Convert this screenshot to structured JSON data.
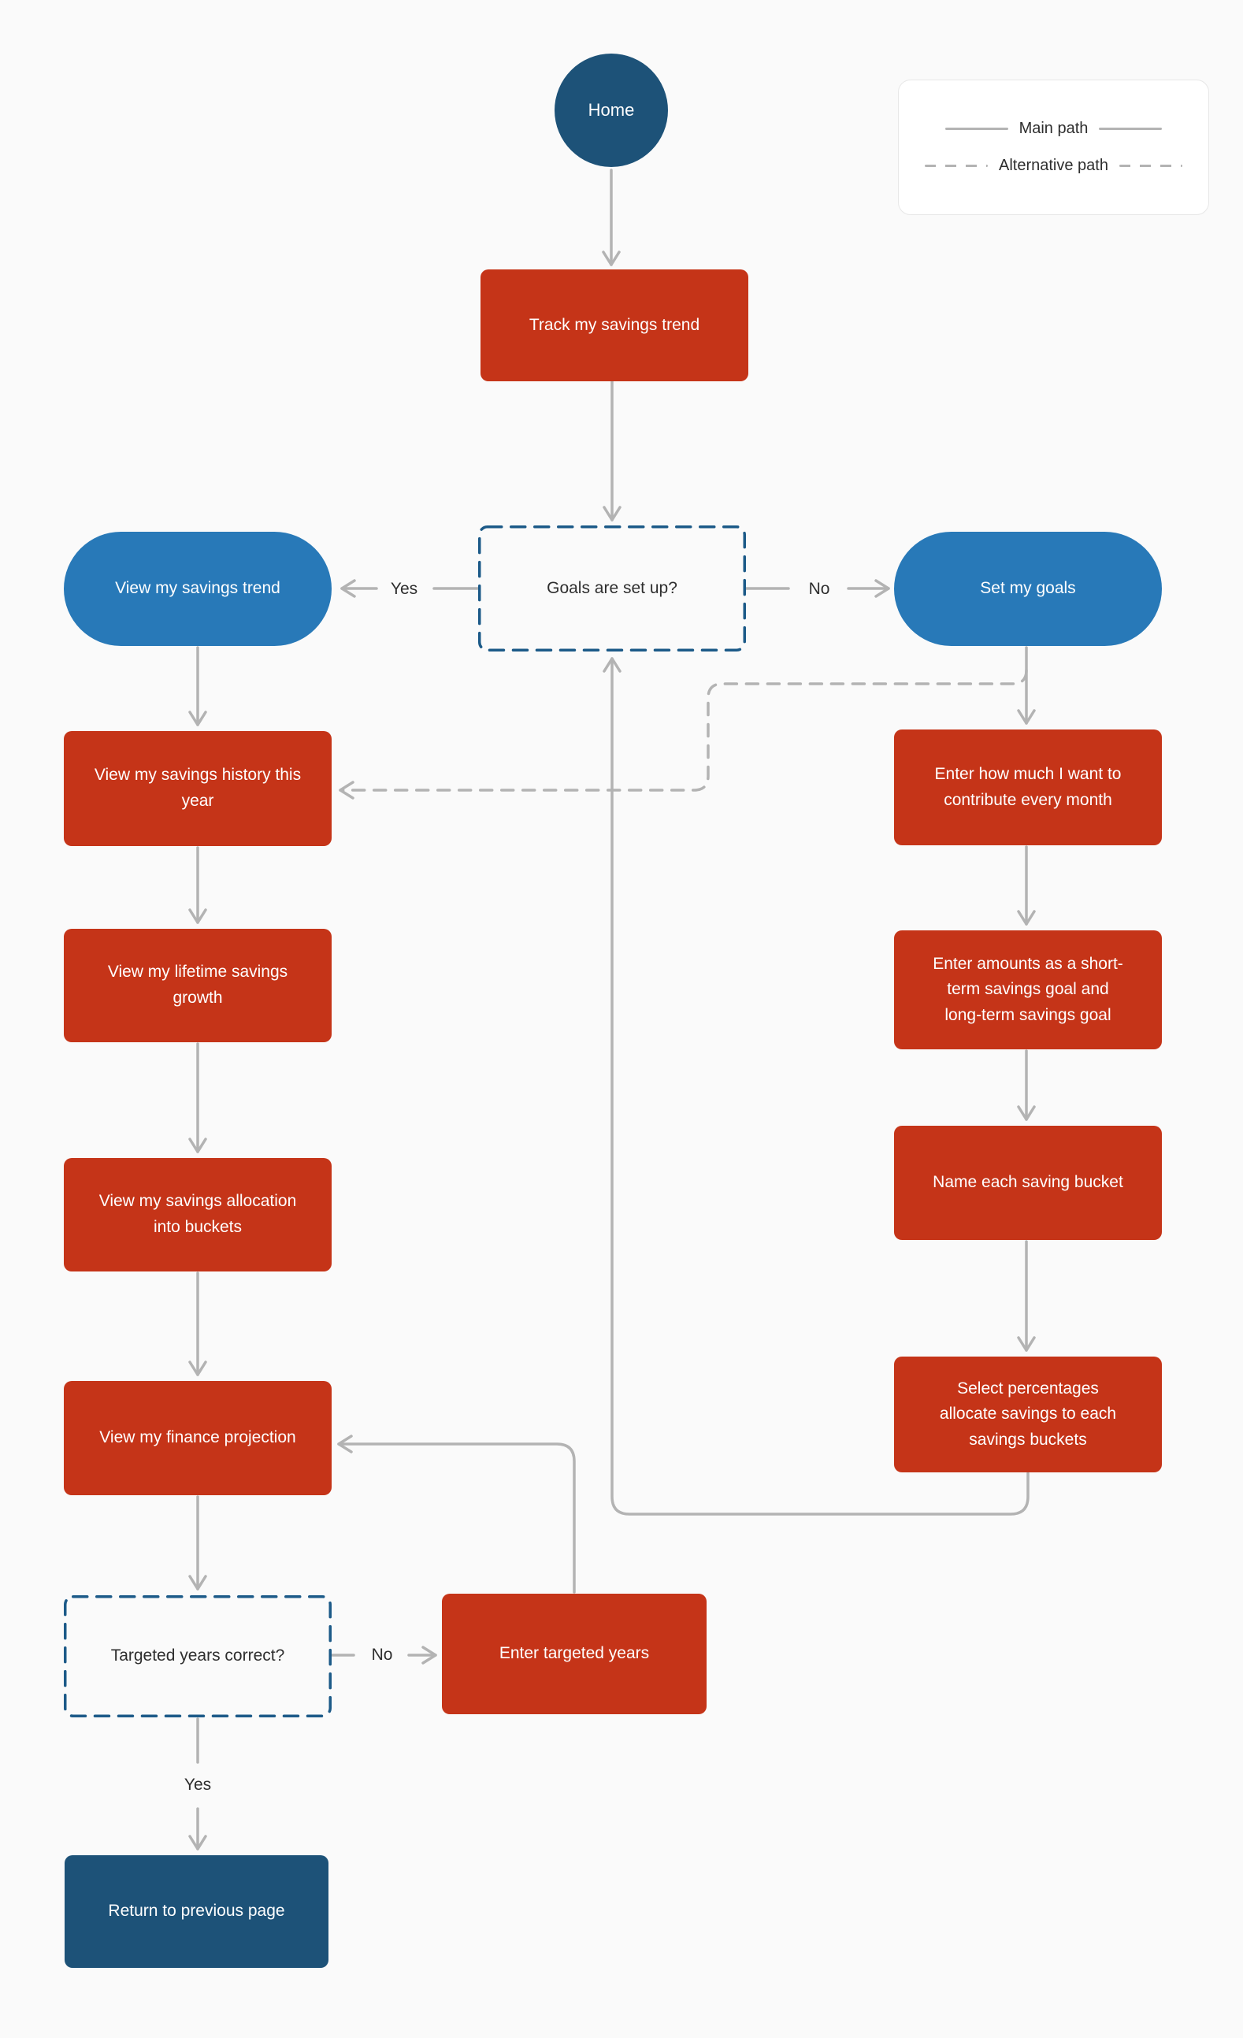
{
  "flowchart": {
    "nodes": {
      "home": {
        "label": "Home"
      },
      "track": {
        "label": "Track my savings trend"
      },
      "goals_decision": {
        "label": "Goals are set up?"
      },
      "view_trend": {
        "label": "View my savings trend"
      },
      "set_goals": {
        "label": "Set my goals"
      },
      "history": {
        "label": "View my savings history this year"
      },
      "lifetime": {
        "label": "View my lifetime savings growth"
      },
      "allocation": {
        "label": "View my savings allocation into buckets"
      },
      "finance": {
        "label": "View my finance projection"
      },
      "targeted_decision": {
        "label": "Targeted years correct?"
      },
      "enter_years": {
        "label": "Enter targeted years"
      },
      "return_prev": {
        "label": "Return to previous page"
      },
      "contribute": {
        "label": "Enter how much I want to contribute every month"
      },
      "amounts": {
        "label": "Enter amounts as a short-term savings goal and long-term savings goal"
      },
      "bucket": {
        "label": "Name each saving bucket"
      },
      "percentages": {
        "label": "Select percentages allocate savings to each savings buckets"
      }
    },
    "edge_labels": {
      "goals_yes": "Yes",
      "goals_no": "No",
      "targeted_no": "No",
      "targeted_yes": "Yes"
    },
    "legend": {
      "main": "Main path",
      "alt": "Alternative path"
    },
    "colors": {
      "red": "#c53418",
      "blue": "#2879b8",
      "navy": "#1d5278",
      "decision_border": "#1c5a88",
      "line": "#b3b3b3",
      "background": "#fafafa"
    }
  }
}
